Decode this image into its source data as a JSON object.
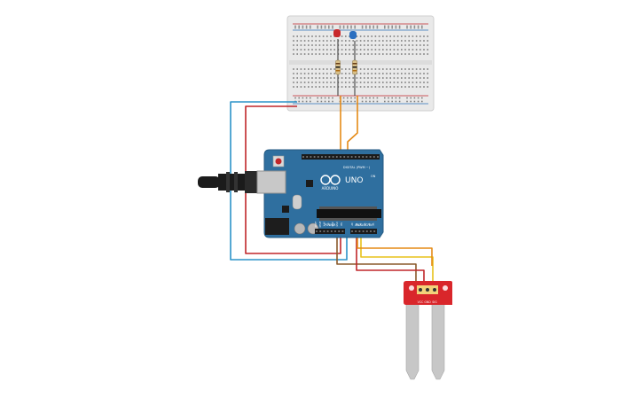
{
  "arduino": {
    "logo_text": "ARDUINO",
    "model_text": "UNO",
    "header_label_digital": "DIGITAL (PWM ~)",
    "header_label_power": "POWER",
    "header_label_analog": "ANALOG IN",
    "power_pins": [
      "IOREF",
      "RESET",
      "3.3V",
      "5V",
      "GND",
      "GND",
      "VIN"
    ],
    "analog_pins": [
      "A0",
      "A1",
      "A2",
      "A3",
      "A4",
      "A5"
    ],
    "on_label": "ON"
  },
  "sensor": {
    "pin_labels": [
      "VCC",
      "GND",
      "SIG"
    ]
  },
  "colors": {
    "board_blue": "#2f6f9f",
    "board_dark": "#245a82",
    "wire_red": "#c0262a",
    "wire_blue": "#2b93c8",
    "wire_orange": "#e58a16",
    "wire_yellow": "#e8c21a",
    "wire_brown": "#8a5a2b",
    "led_red": "#c8282c",
    "led_blue": "#2a6fc0",
    "sensor_red": "#d9262b",
    "probe_gray": "#c7c7c7"
  }
}
